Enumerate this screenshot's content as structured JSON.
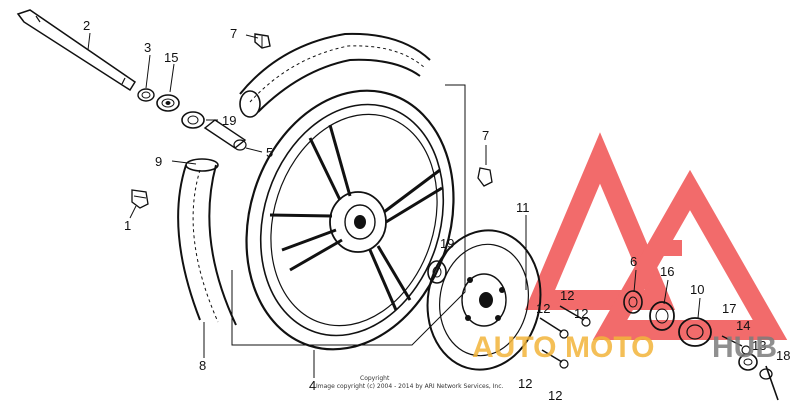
{
  "callouts": [
    "2",
    "3",
    "15",
    "7",
    "19",
    "5",
    "9",
    "1",
    "8",
    "4",
    "7",
    "11",
    "19",
    "6",
    "16",
    "10",
    "17",
    "14",
    "13",
    "18",
    "12",
    "12",
    "12",
    "12",
    "12"
  ],
  "copyright": {
    "line1": "Copyright",
    "line2": "Image copyright (c) 2004 - 2014 by ARI Network Services, Inc."
  },
  "watermark": {
    "part1": "AUTO",
    "part2": "MOTO",
    "part3": "HUB"
  },
  "colors": {
    "ink": "#111111",
    "watermark_red": "#ee3a3a",
    "watermark_yellow": "#f3b53a",
    "watermark_gray": "#7c7c7c"
  }
}
